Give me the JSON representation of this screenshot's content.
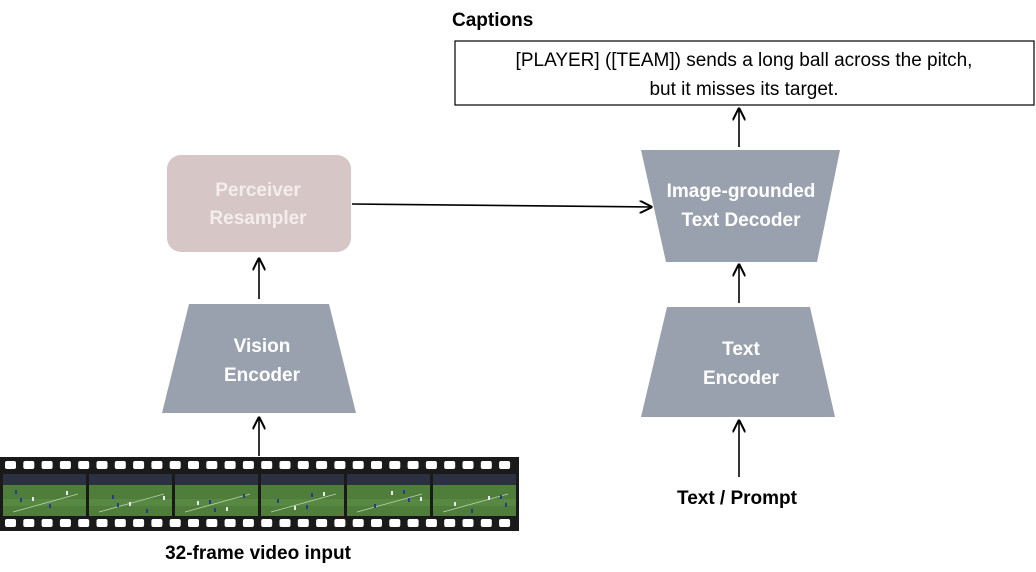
{
  "captions": {
    "heading": "Captions",
    "line1": "[PLAYER] ([TEAM]) sends a long ball across the pitch,",
    "line2": "but it misses its target."
  },
  "perceiver": {
    "line1": "Perceiver",
    "line2": "Resampler"
  },
  "vision_encoder": {
    "line1": "Vision",
    "line2": "Encoder"
  },
  "decoder": {
    "line1": "Image-grounded",
    "line2": "Text Decoder"
  },
  "text_encoder": {
    "line1": "Text",
    "line2": "Encoder"
  },
  "video_input": {
    "label": "32-frame video input",
    "frame_count": 6
  },
  "text_prompt": {
    "label": "Text / Prompt"
  },
  "colors": {
    "trapezoid": "#9aa1ae",
    "perceiver": "#d7c6c6",
    "perceiver_text": "#f4eded",
    "film": "#1a1a1a",
    "pitch": "#4f7e3b",
    "stands": "#2b3140"
  }
}
